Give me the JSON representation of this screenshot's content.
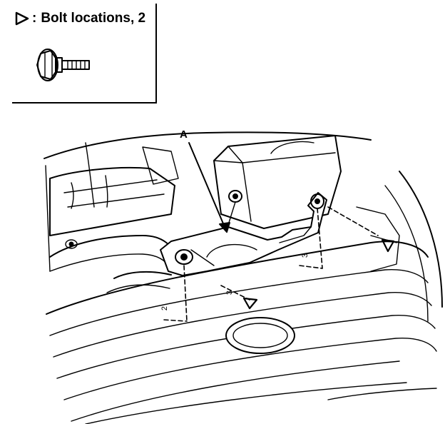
{
  "legend": {
    "separator": ":",
    "label": "Bolt locations, 2"
  },
  "callouts": {
    "part_a": "A"
  },
  "dimension_marks": [
    "2",
    "3",
    "3"
  ],
  "icons": {
    "legend_marker": "triangle-outline-right-icon",
    "bolt": "flange-bolt-icon"
  }
}
